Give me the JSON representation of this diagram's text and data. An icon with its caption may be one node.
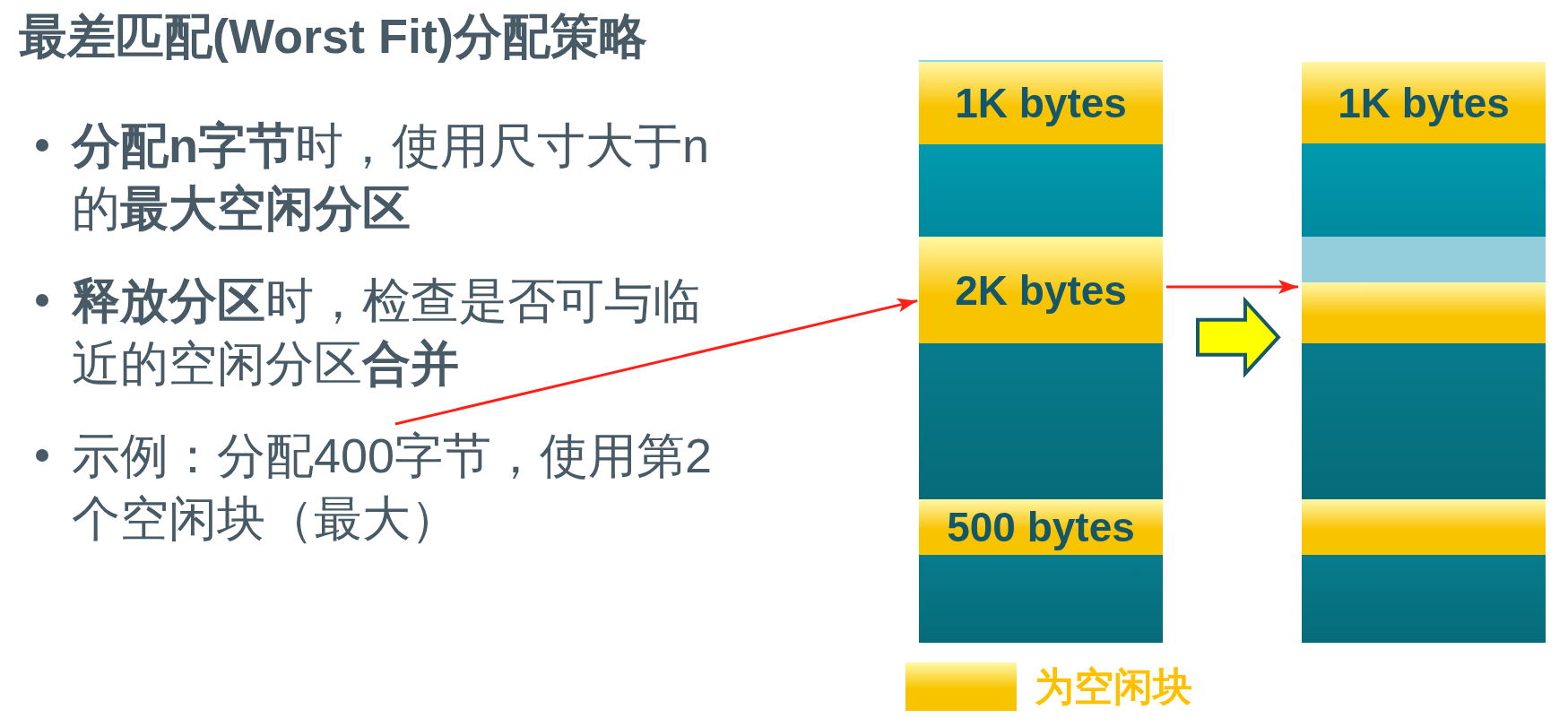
{
  "diagram": {
    "title": "最差匹配(Worst Fit)分配策略",
    "nodes": [
      {
        "text": [
          "示例：分配400字节，使用第2个空闲块（最大）"
        ]
      },
      {
        "text": [],
        "shape": "box"
      },
      {
        "text": [
          "1K bytes"
        ],
        "in": 1
      },
      {
        "text": [],
        "shape": "box",
        "in": 1
      },
      {
        "text": [
          "2K bytes"
        ],
        "in": 1
      },
      {
        "text": [],
        "shape": "box",
        "in": 1
      },
      {
        "text": [
          "500 bytes"
        ],
        "in": 1
      },
      {
        "text": [],
        "shape": "box",
        "in": 1
      },
      {
        "text": [],
        "shape": "box"
      },
      {
        "text": [
          "1K bytes"
        ],
        "in": 8
      },
      {
        "text": [],
        "shape": "box",
        "in": 8
      },
      {
        "text": [],
        "shape": "box",
        "in": 8
      },
      {
        "text": [],
        "shape": "box",
        "in": 8
      },
      {
        "text": [],
        "shape": "box",
        "in": 8
      },
      {
        "text": [],
        "shape": "box",
        "in": 8
      },
      {
        "text": [],
        "shape": "box",
        "in": 8
      }
    ],
    "edges": [
      {
        "from": 0,
        "to": 4,
        "arrow": "to"
      },
      {
        "from": 4,
        "to": 12,
        "arrow": "to"
      },
      {
        "from": 1,
        "to": 8,
        "arrow": "to",
        "style": "thick",
        "color": "#ffff00"
      }
    ],
    "labels": [
      "**分配n字节**时，使用尺寸大于n的**最大空闲分区**",
      "**释放分区**时，检查是否可与临近的空闲分区**合并**"
    ],
    "legend": [
      {
        "text": "为空闲块",
        "color": "#f8c400"
      }
    ]
  }
}
